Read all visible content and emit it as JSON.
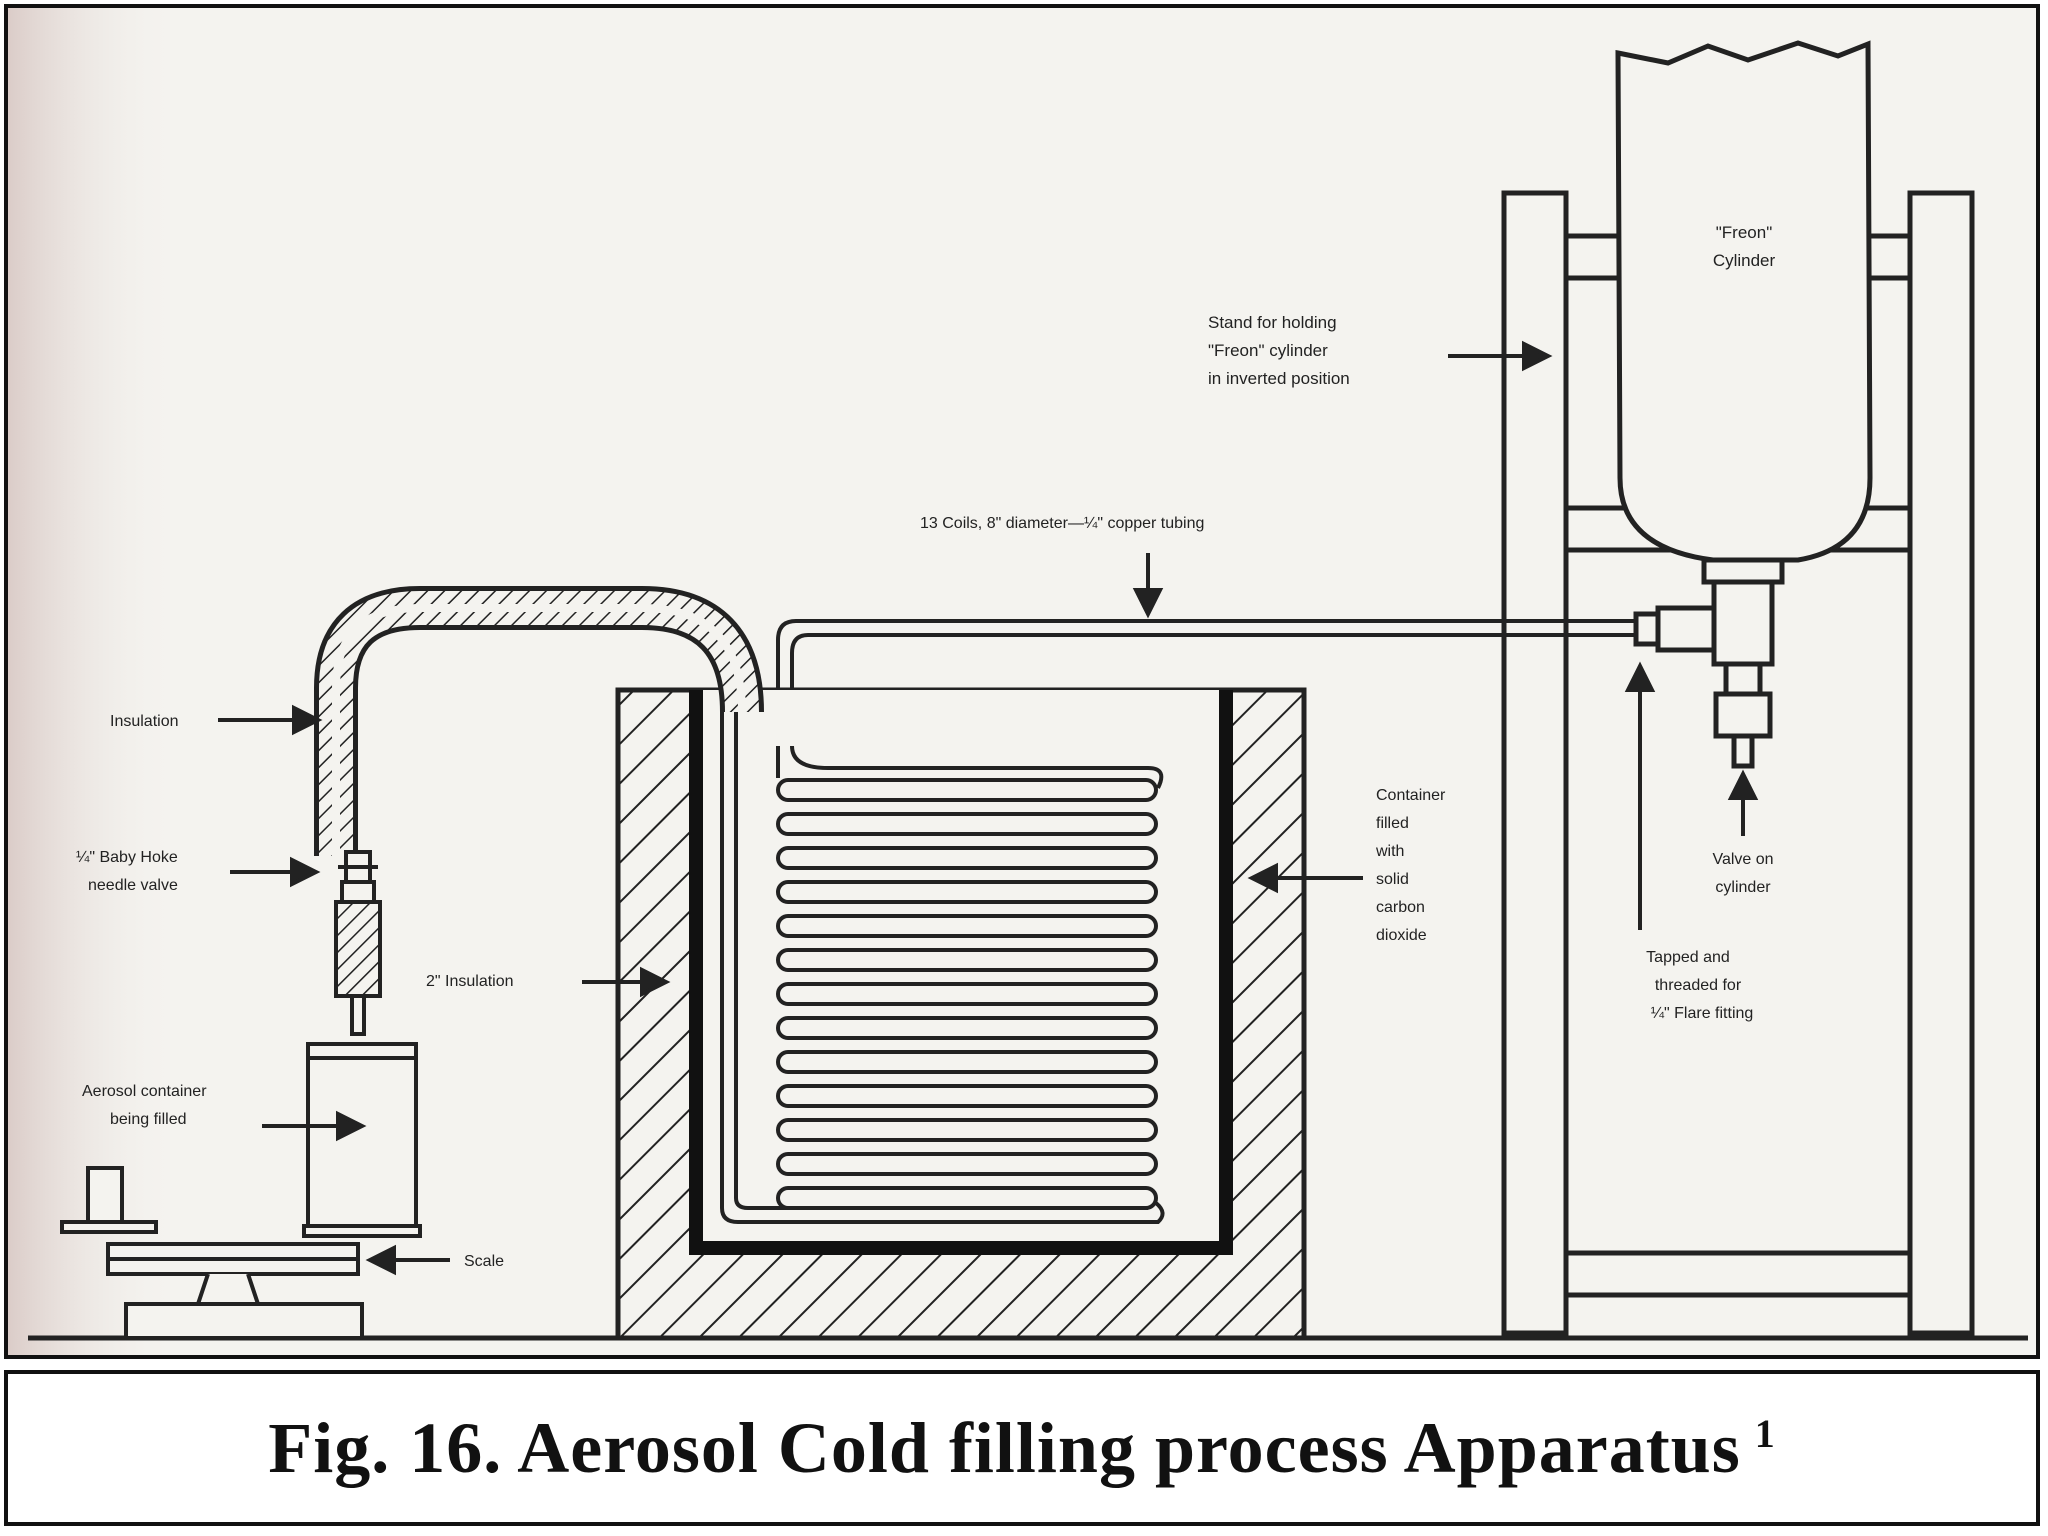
{
  "figure": {
    "labels": {
      "stand": [
        "Stand for holding",
        "\"Freon\" cylinder",
        "in inverted position"
      ],
      "cylinder": [
        "\"Freon\"",
        "Cylinder"
      ],
      "coils": "13 Coils, 8\" diameter—¼\" copper tubing",
      "insulation": "Insulation",
      "needle_valve": [
        "¼\" Baby Hoke",
        "needle valve"
      ],
      "aerosol": [
        "Aerosol container",
        "being filled"
      ],
      "scale": "Scale",
      "insulation_2in": "2\" Insulation",
      "container": [
        "Container",
        "filled",
        "with",
        "solid",
        "carbon",
        "dioxide"
      ],
      "valve": [
        "Valve on",
        "cylinder"
      ],
      "tapped": [
        "Tapped and",
        "threaded for",
        "¼\" Flare fitting"
      ]
    }
  },
  "caption": {
    "text": "Fig. 16.  Aerosol Cold filling process Apparatus",
    "superscript": "1"
  },
  "colors": {
    "ink": "#222222",
    "paper": "#f4f3ef"
  }
}
